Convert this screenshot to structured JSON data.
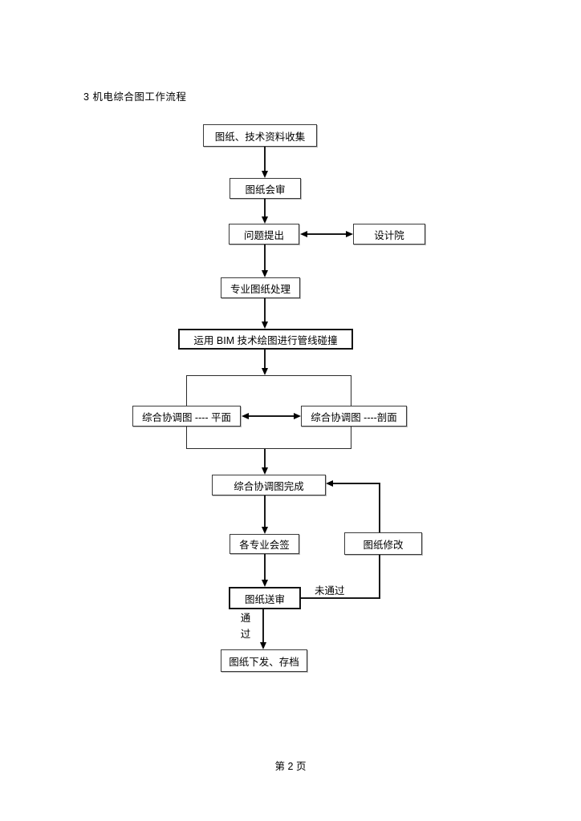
{
  "page": {
    "heading": "3 机电综合图工作流程",
    "footer": "第 2 页"
  },
  "colors": {
    "ink": "#000000",
    "box_border": "#3a3a3a",
    "background": "#ffffff"
  },
  "flowchart": {
    "nodes": {
      "collect": "图纸、技术资料收集",
      "joint_review": "图纸会审",
      "issue_raise": "问题提出",
      "design_institute": "设计院",
      "specialty_processing": "专业图纸处理",
      "bim_clash": "运用 BIM 技术绘图进行管线碰撞",
      "coordination_plan": "综合协调图 ---- 平面",
      "coordination_section": "综合协调图 ----剖面",
      "coordination_done": "综合协调图完成",
      "countersign": "各专业会签",
      "drawing_modify": "图纸修改",
      "submit_review": "图纸送审",
      "issue_archive": "图纸下发、存档"
    },
    "edge_labels": {
      "not_passed": "未通过",
      "passed": "通过"
    }
  }
}
